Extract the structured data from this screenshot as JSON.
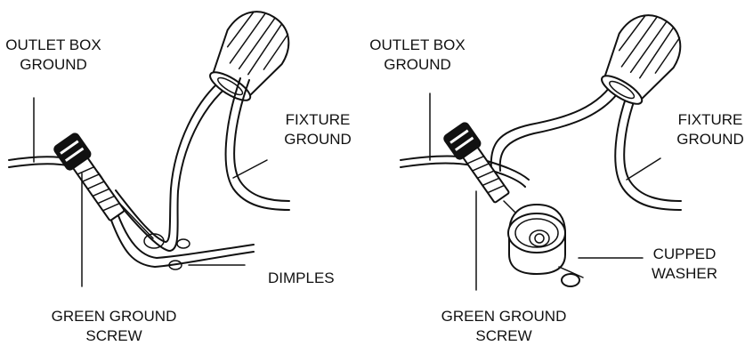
{
  "left_panel": {
    "outlet_box_ground": [
      "OUTLET BOX",
      "GROUND"
    ],
    "fixture_ground": [
      "FIXTURE",
      "GROUND"
    ],
    "dimples": "DIMPLES",
    "green_ground_screw": [
      "GREEN GROUND",
      "SCREW"
    ]
  },
  "right_panel": {
    "outlet_box_ground": [
      "OUTLET BOX",
      "GROUND"
    ],
    "fixture_ground": [
      "FIXTURE",
      "GROUND"
    ],
    "cupped_washer": [
      "CUPPED",
      "WASHER"
    ],
    "green_ground_screw": [
      "GREEN GROUND",
      "SCREW"
    ]
  }
}
